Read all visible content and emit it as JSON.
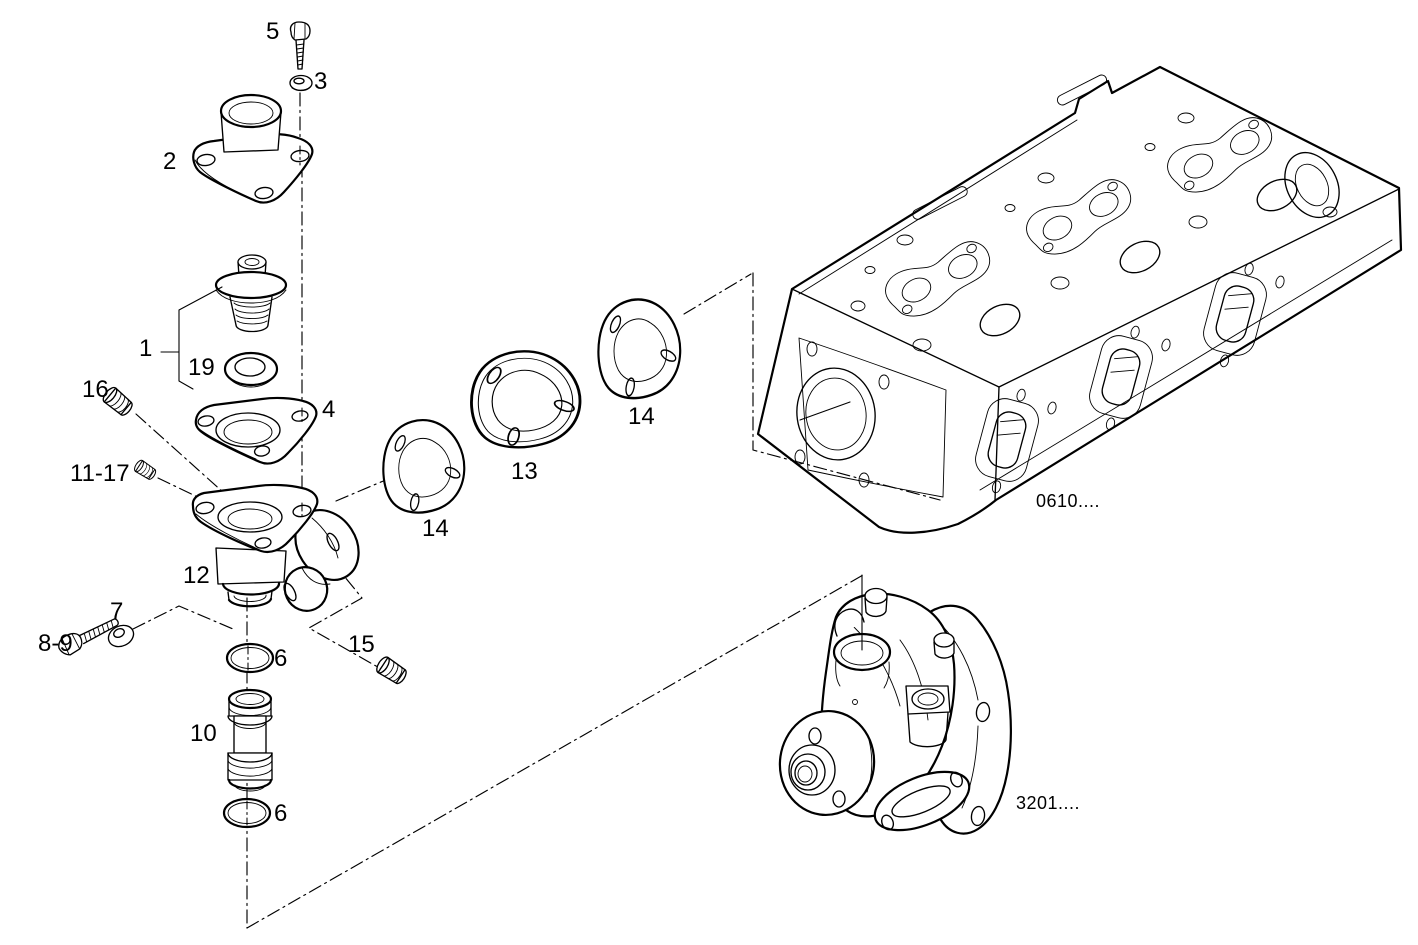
{
  "diagram": {
    "kind": "exploded-parts-diagram",
    "colors": {
      "background": "#ffffff",
      "ink": "#000000"
    },
    "callouts": [
      {
        "id": "callout-5",
        "text": "5"
      },
      {
        "id": "callout-3",
        "text": "3"
      },
      {
        "id": "callout-2",
        "text": "2"
      },
      {
        "id": "callout-1",
        "text": "1"
      },
      {
        "id": "callout-19",
        "text": "19"
      },
      {
        "id": "callout-16",
        "text": "16"
      },
      {
        "id": "callout-4",
        "text": "4"
      },
      {
        "id": "callout-11-17",
        "text": "11-17"
      },
      {
        "id": "callout-12",
        "text": "12"
      },
      {
        "id": "callout-7",
        "text": "7"
      },
      {
        "id": "callout-8-9",
        "text": "8-9"
      },
      {
        "id": "callout-6-upper",
        "text": "6"
      },
      {
        "id": "callout-15",
        "text": "15"
      },
      {
        "id": "callout-10",
        "text": "10"
      },
      {
        "id": "callout-6-lower",
        "text": "6"
      },
      {
        "id": "callout-13",
        "text": "13"
      },
      {
        "id": "callout-14-left",
        "text": "14"
      },
      {
        "id": "callout-14-right",
        "text": "14"
      }
    ],
    "reference_codes": [
      {
        "id": "ref-cylinder-head",
        "text": "0610...."
      },
      {
        "id": "ref-water-pump",
        "text": "3201...."
      }
    ]
  }
}
